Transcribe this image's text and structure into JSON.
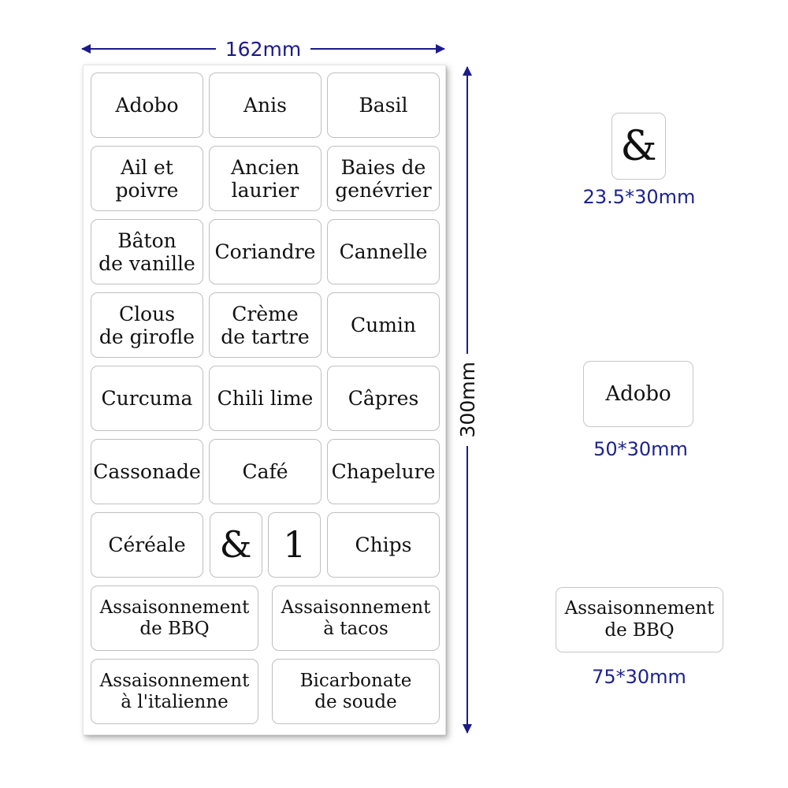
{
  "colors": {
    "accent_navy": "#1b1b8c",
    "size_text_blue": "#1c2390",
    "label_text": "#111111",
    "cell_border": "#bfbfbf"
  },
  "sheet": {
    "width_label": "162mm",
    "height_label": "300mm",
    "rows": [
      {
        "layout": "cols3",
        "cells": [
          "Adobo",
          "Anis",
          "Basil"
        ]
      },
      {
        "layout": "cols3",
        "cells": [
          "Ail et\npoivre",
          "Ancien\nlaurier",
          "Baies de\ngenévrier"
        ]
      },
      {
        "layout": "cols3",
        "cells": [
          "Bâton\nde vanille",
          "Coriandre",
          "Cannelle"
        ]
      },
      {
        "layout": "cols3",
        "cells": [
          "Clous\nde girofle",
          "Crème\nde tartre",
          "Cumin"
        ]
      },
      {
        "layout": "cols3",
        "cells": [
          "Curcuma",
          "Chili lime",
          "Câpres"
        ]
      },
      {
        "layout": "cols3",
        "cells": [
          "Cassonade",
          "Café",
          "Chapelure"
        ]
      },
      {
        "layout": "cols4",
        "cells": [
          "Céréale",
          "&",
          "1",
          "Chips"
        ]
      },
      {
        "layout": "cols2",
        "cells": [
          "Assaisonnement\nde BBQ",
          "Assaisonnement\nà tacos"
        ]
      },
      {
        "layout": "cols2",
        "cells": [
          "Assaisonnement\nà l'italienne",
          "Bicarbonate\nde soude"
        ]
      }
    ]
  },
  "samples": [
    {
      "text": "&",
      "size": "23.5*30mm"
    },
    {
      "text": "Adobo",
      "size": "50*30mm"
    },
    {
      "text": "Assaisonnement\nde BBQ",
      "size": "75*30mm"
    }
  ]
}
